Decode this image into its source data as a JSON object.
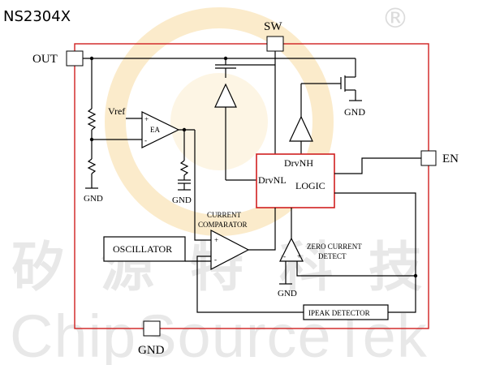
{
  "title": "NS2304X",
  "registered_mark": "®",
  "watermark": {
    "chinese": "矽源特科技",
    "english": "ChipSourceTek"
  },
  "pins": {
    "out": "OUT",
    "sw": "SW",
    "en": "EN",
    "gnd": "GND"
  },
  "blocks": {
    "error_amp": "EA",
    "vref": "Vref",
    "logic": "LOGIC",
    "drv_nh": "DrvNH",
    "drv_nl": "DrvNL",
    "oscillator": "OSCILLATOR",
    "current_comparator_line1": "CURRENT",
    "current_comparator_line2": "COMPARATOR",
    "zero_current_line1": "ZERO CURRENT",
    "zero_current_line2": "DETECT",
    "ipeak_detector": "IPEAK DETECTOR"
  },
  "gnd_labels": {
    "divider": "GND",
    "compensation": "GND",
    "zero_current": "GND",
    "high_side_fet": "GND"
  },
  "signs": {
    "plus": "+",
    "minus": "-"
  },
  "colors": {
    "chip_border": "#d02020",
    "logic_border": "#d02020",
    "watermark_logo": "#f4c66b",
    "wire": "#000000"
  }
}
